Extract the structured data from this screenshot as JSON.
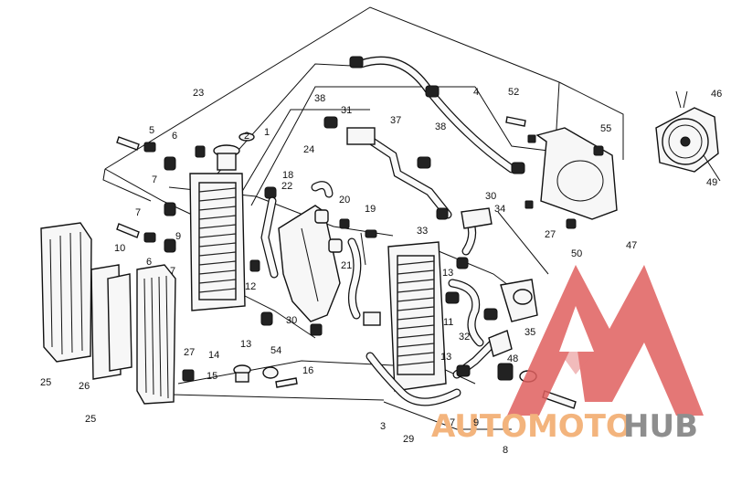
{
  "watermark": {
    "text_part1": "AUTOMOTO",
    "text_part2": "HUB",
    "color_logo": "#e0605f",
    "color_text1": "#f3b47d",
    "color_text2": "#8e8e8e"
  },
  "labels": {
    "l1": "1",
    "l2": "2",
    "l3": "3",
    "l4": "4",
    "l5": "5",
    "l6a": "6",
    "l6b": "6",
    "l7a": "7",
    "l7b": "7",
    "l7c": "7",
    "l7d": "7",
    "l8": "8",
    "l9a": "9",
    "l9b": "9",
    "l10": "10",
    "l11": "11",
    "l12": "12",
    "l13a": "13",
    "l13b": "13",
    "l13c": "13",
    "l14": "14",
    "l15": "15",
    "l16": "16",
    "l18": "18",
    "l19": "19",
    "l20": "20",
    "l21": "21",
    "l22": "22",
    "l23": "23",
    "l24": "24",
    "l25a": "25",
    "l25b": "25",
    "l26": "26",
    "l27a": "27",
    "l27b": "27",
    "l29": "29",
    "l30a": "30",
    "l30b": "30",
    "l31": "31",
    "l32": "32",
    "l33": "33",
    "l34": "34",
    "l35": "35",
    "l37": "37",
    "l38a": "38",
    "l38b": "38",
    "l46": "46",
    "l47": "47",
    "l48": "48",
    "l49": "49",
    "l50": "50",
    "l52": "52",
    "l54": "54",
    "l55": "55"
  }
}
